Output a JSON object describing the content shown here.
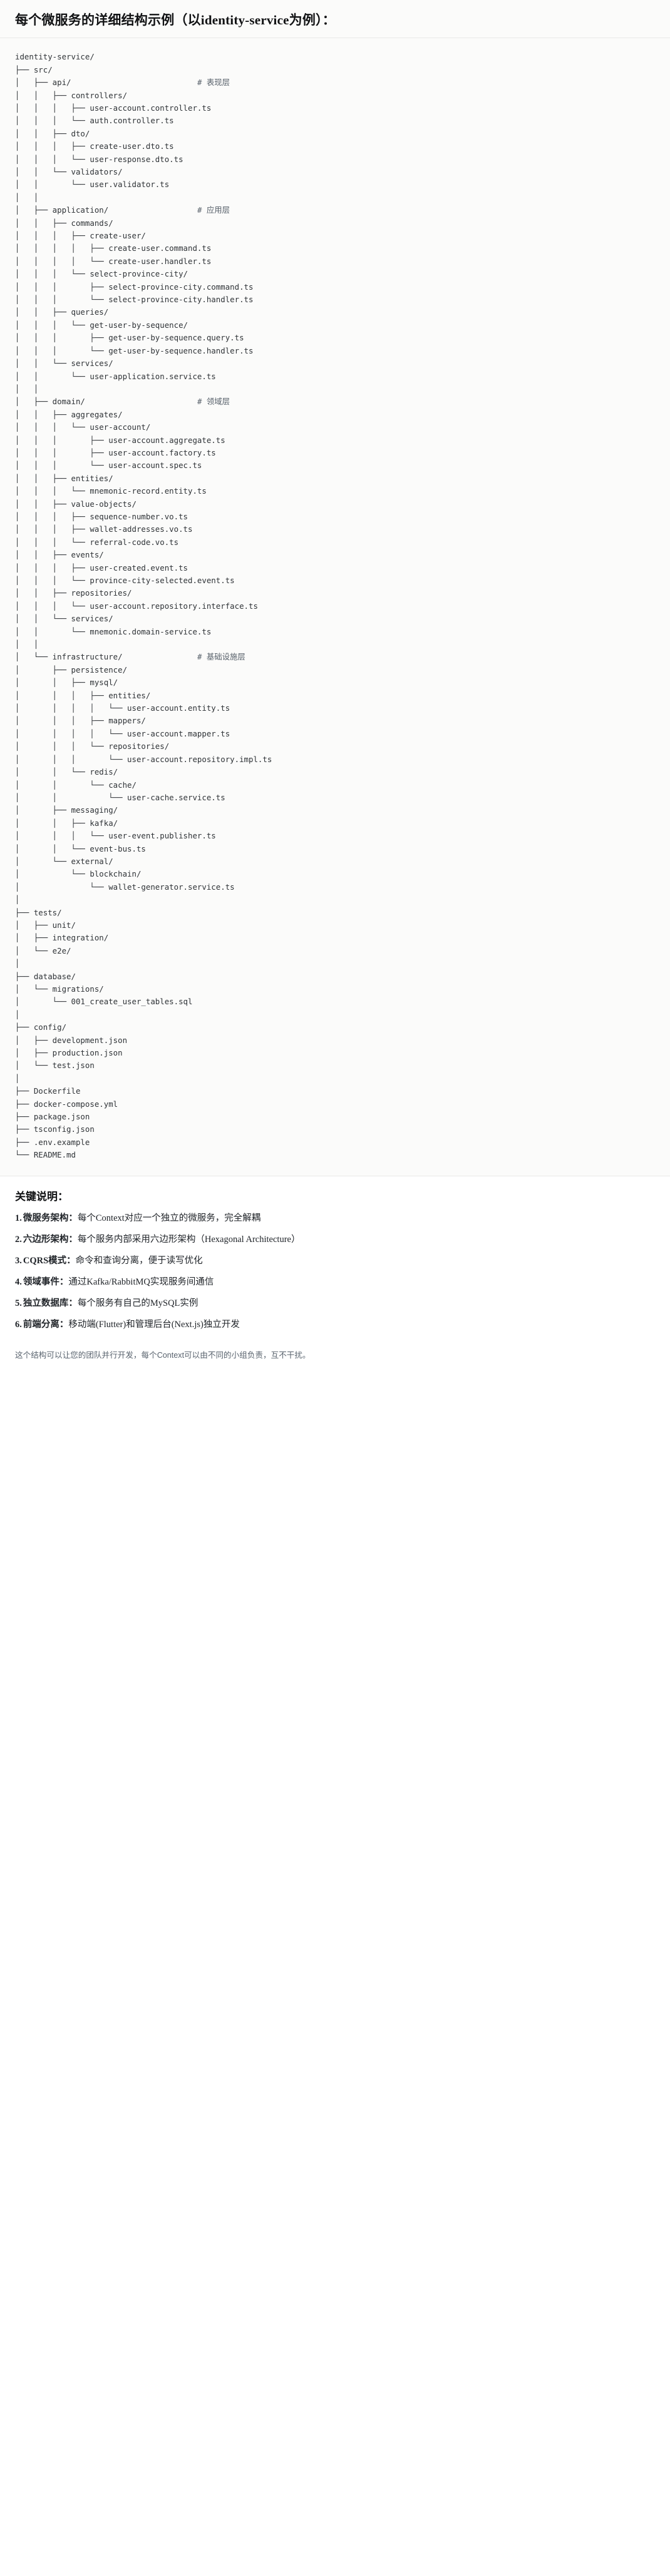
{
  "heading": {
    "title": "每个微服务的详细结构示例（以identity-service为例）："
  },
  "tree": {
    "root": "identity-service/",
    "text": "identity-service/\n├── src/\n│   ├── api/                           # 表现层\n│   │   ├── controllers/\n│   │   │   ├── user-account.controller.ts\n│   │   │   └── auth.controller.ts\n│   │   ├── dto/\n│   │   │   ├── create-user.dto.ts\n│   │   │   └── user-response.dto.ts\n│   │   └── validators/\n│   │       └── user.validator.ts\n│   │\n│   ├── application/                   # 应用层\n│   │   ├── commands/\n│   │   │   ├── create-user/\n│   │   │   │   ├── create-user.command.ts\n│   │   │   │   └── create-user.handler.ts\n│   │   │   └── select-province-city/\n│   │   │       ├── select-province-city.command.ts\n│   │   │       └── select-province-city.handler.ts\n│   │   ├── queries/\n│   │   │   └── get-user-by-sequence/\n│   │   │       ├── get-user-by-sequence.query.ts\n│   │   │       └── get-user-by-sequence.handler.ts\n│   │   └── services/\n│   │       └── user-application.service.ts\n│   │\n│   ├── domain/                        # 领域层\n│   │   ├── aggregates/\n│   │   │   └── user-account/\n│   │   │       ├── user-account.aggregate.ts\n│   │   │       ├── user-account.factory.ts\n│   │   │       └── user-account.spec.ts\n│   │   ├── entities/\n│   │   │   └── mnemonic-record.entity.ts\n│   │   ├── value-objects/\n│   │   │   ├── sequence-number.vo.ts\n│   │   │   ├── wallet-addresses.vo.ts\n│   │   │   └── referral-code.vo.ts\n│   │   ├── events/\n│   │   │   ├── user-created.event.ts\n│   │   │   └── province-city-selected.event.ts\n│   │   ├── repositories/\n│   │   │   └── user-account.repository.interface.ts\n│   │   └── services/\n│   │       └── mnemonic.domain-service.ts\n│   │\n│   └── infrastructure/                # 基础设施层\n│       ├── persistence/\n│       │   ├── mysql/\n│       │   │   ├── entities/\n│       │   │   │   └── user-account.entity.ts\n│       │   │   ├── mappers/\n│       │   │   │   └── user-account.mapper.ts\n│       │   │   └── repositories/\n│       │   │       └── user-account.repository.impl.ts\n│       │   └── redis/\n│       │       └── cache/\n│       │           └── user-cache.service.ts\n│       ├── messaging/\n│       │   ├── kafka/\n│       │   │   └── user-event.publisher.ts\n│       │   └── event-bus.ts\n│       └── external/\n│           └── blockchain/\n│               └── wallet-generator.service.ts\n│\n├── tests/\n│   ├── unit/\n│   ├── integration/\n│   └── e2e/\n│\n├── database/\n│   └── migrations/\n│       └── 001_create_user_tables.sql\n│\n├── config/\n│   ├── development.json\n│   ├── production.json\n│   └── test.json\n│\n├── Dockerfile\n├── docker-compose.yml\n├── package.json\n├── tsconfig.json\n├── .env.example\n└── README.md",
    "layer_comments": [
      "# 表现层",
      "# 应用层",
      "# 领域层",
      "# 基础设施层"
    ]
  },
  "notes": {
    "title": "关键说明：",
    "items": [
      {
        "term": "微服务架构",
        "sep": "：",
        "desc": "每个Context对应一个独立的微服务，完全解耦"
      },
      {
        "term": "六边形架构",
        "sep": "：",
        "desc": "每个服务内部采用六边形架构（Hexagonal Architecture）"
      },
      {
        "term": "CQRS模式",
        "sep": "：",
        "desc": "命令和查询分离，便于读写优化"
      },
      {
        "term": "领域事件",
        "sep": "：",
        "desc": "通过Kafka/RabbitMQ实现服务间通信"
      },
      {
        "term": "独立数据库",
        "sep": "：",
        "desc": "每个服务有自己的MySQL实例"
      },
      {
        "term": "前端分离",
        "sep": "：",
        "desc": "移动端(Flutter)和管理后台(Next.js)独立开发"
      }
    ]
  },
  "footer": {
    "text": "这个结构可以让您的团队并行开发，每个Context可以由不同的小组负责，互不干扰。"
  }
}
